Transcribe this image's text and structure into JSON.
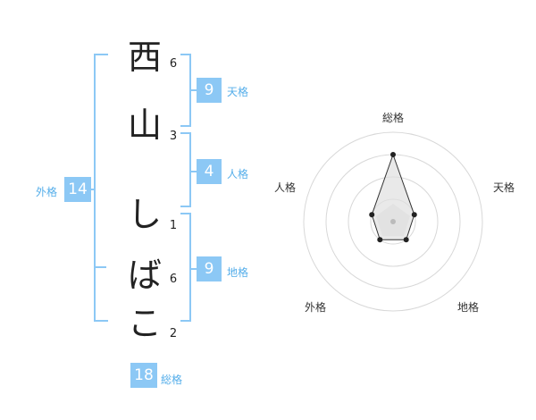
{
  "name": {
    "surname": [
      {
        "char": "西",
        "strokes": "6"
      },
      {
        "char": "山",
        "strokes": "3"
      }
    ],
    "given": [
      {
        "char": "し",
        "strokes": "1"
      },
      {
        "char": "ば",
        "strokes": "6"
      },
      {
        "char": "こ",
        "strokes": "2"
      }
    ]
  },
  "kakusu": {
    "tenkaku": {
      "value": "9",
      "label": "天格"
    },
    "jinkaku": {
      "value": "4",
      "label": "人格"
    },
    "chikaku": {
      "value": "9",
      "label": "地格"
    },
    "gaikaku": {
      "value": "14",
      "label": "外格"
    },
    "soukaku": {
      "value": "18",
      "label": "総格"
    }
  },
  "radar": {
    "labels": {
      "top": "総格",
      "right": "天格",
      "bottom_right": "地格",
      "bottom_left": "外格",
      "left": "人格"
    },
    "levels": 4,
    "values": {
      "soukaku": 0.75,
      "tenkaku": 0.25,
      "chikaku": 0.25,
      "gaikaku": 0.25,
      "jinkaku": 0.25
    }
  },
  "colors": {
    "accent": "#8cc8f5",
    "label": "#55aeea"
  }
}
